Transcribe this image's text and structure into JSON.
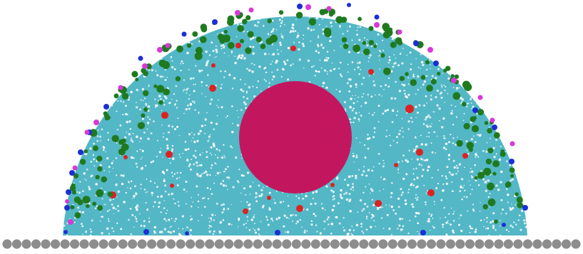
{
  "colors": {
    "background": "#ffffff",
    "matrix_particle": "#53b7c6",
    "matrix_gap": "#ffffff",
    "core": "#c2175f",
    "red_particle": "#dd2222",
    "green_particle": "#1f7a1f",
    "blue_particle": "#1b2fd6",
    "magenta_particle": "#d838d8",
    "substrate_particle": "#8d8d8d"
  },
  "icons": {
    "matrix": "cyan-particle-dome",
    "core": "magenta-circle",
    "substrate": "gray-particle-row"
  },
  "counts": {
    "red_particles": 20,
    "green_particles": 170,
    "blue_particles": 24,
    "magenta_particles": 20,
    "substrate_particles": 60
  }
}
